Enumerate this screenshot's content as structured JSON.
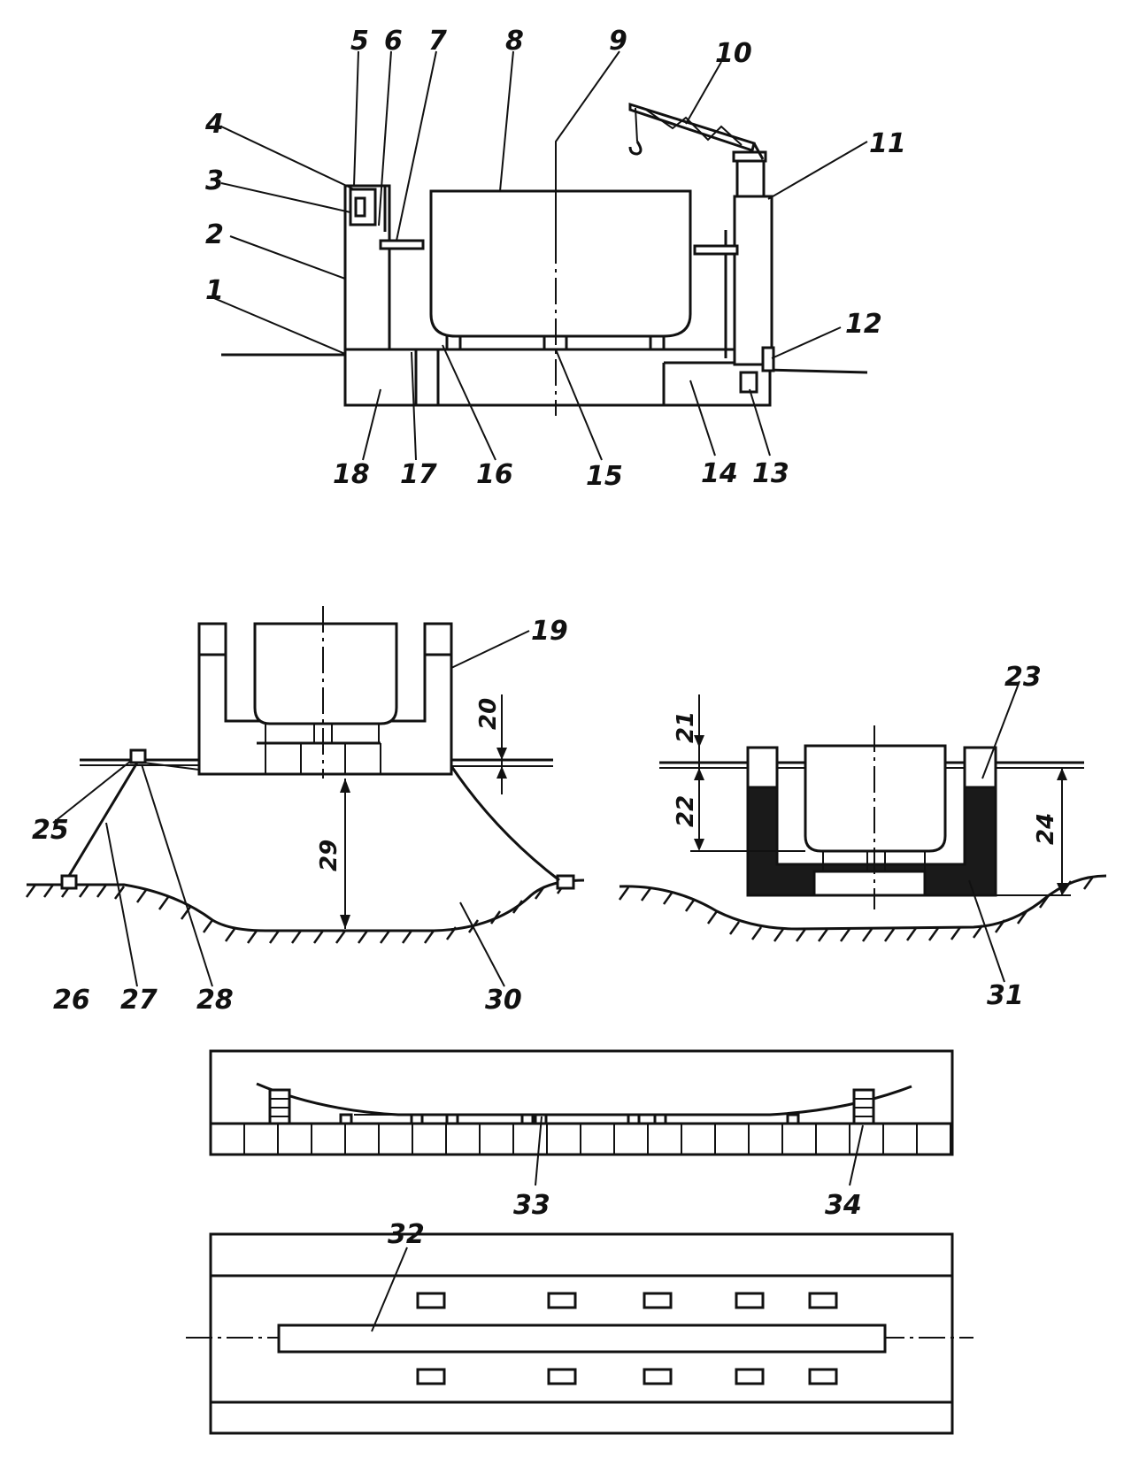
{
  "figure_a": {
    "callouts": [
      "1",
      "2",
      "3",
      "4",
      "5",
      "6",
      "7",
      "8",
      "9",
      "10",
      "11",
      "12",
      "13",
      "14",
      "15",
      "16",
      "17",
      "18"
    ]
  },
  "figure_b": {
    "callouts": [
      "19",
      "20",
      "25",
      "26",
      "27",
      "28",
      "29",
      "30"
    ]
  },
  "figure_c": {
    "callouts": [
      "21",
      "22",
      "23",
      "24",
      "31"
    ]
  },
  "figure_d": {
    "callouts": [
      "33",
      "34"
    ]
  },
  "figure_e": {
    "callouts": [
      "32"
    ]
  }
}
